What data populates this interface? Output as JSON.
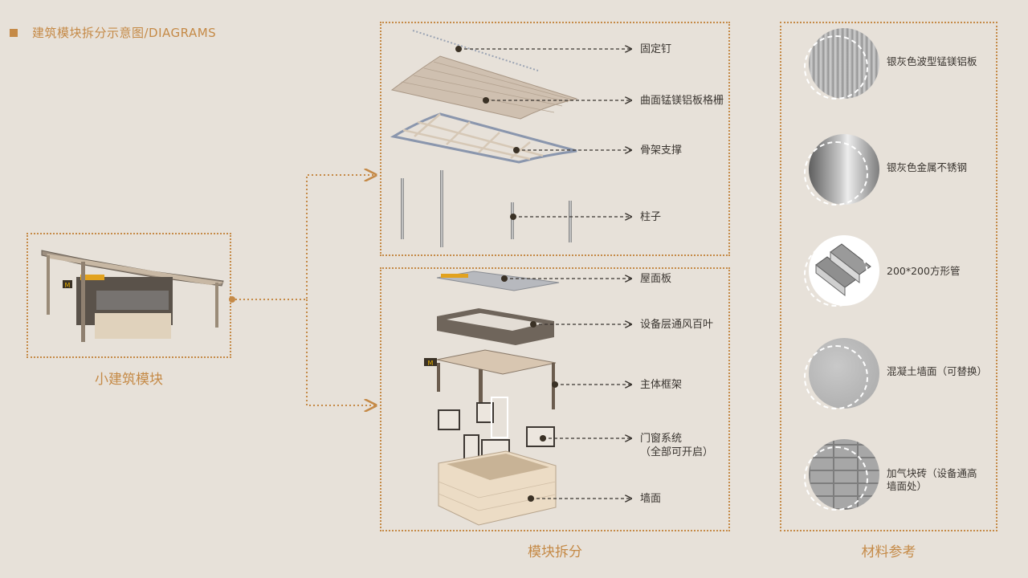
{
  "header": {
    "title": "建筑模块拆分示意图/DIAGRAMS"
  },
  "building": {
    "caption": "小建筑模块"
  },
  "decomposition": {
    "caption": "模块拆分",
    "upper_items": [
      "固定钉",
      "曲面锰镁铝板格栅",
      "骨架支撑",
      "柱子"
    ],
    "lower_items": [
      "屋面板",
      "设备层通风百叶",
      "主体框架",
      "门窗系统",
      "（全部可开启）",
      "墙面"
    ]
  },
  "materials": {
    "caption": "材料参考",
    "items": [
      {
        "label": "银灰色波型锰镁铝板"
      },
      {
        "label": "银灰色金属不锈钢"
      },
      {
        "label": "200*200方形管"
      },
      {
        "label": "混凝土墙面（可替换）"
      },
      {
        "label": "加气块砖（设备通高",
        "label2": "墙面处）"
      }
    ]
  },
  "colors": {
    "accent": "#c58a47",
    "background": "#e7e1d9",
    "text": "#3a3530"
  }
}
